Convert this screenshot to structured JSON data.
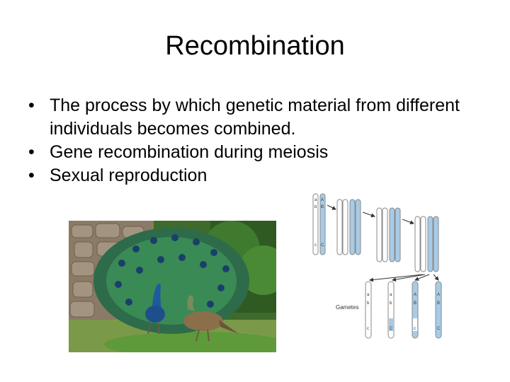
{
  "slide": {
    "title": "Recombination",
    "bullets": [
      "The process by which genetic material from different individuals becomes combined.",
      "Gene recombination during meiosis",
      "Sexual reproduction"
    ]
  },
  "diagram": {
    "gametes_label": "Gametes",
    "allele_upper": [
      "A",
      "B",
      "C"
    ],
    "allele_lower": [
      "a",
      "b",
      "c"
    ]
  },
  "photo": {
    "subject": "peacock-and-peahen"
  },
  "colors": {
    "chromosome_blue": "#a8cbe6",
    "chromosome_white": "#ffffff",
    "grass": "#5f9a3a",
    "peacock_blue": "#1f5a9e"
  }
}
